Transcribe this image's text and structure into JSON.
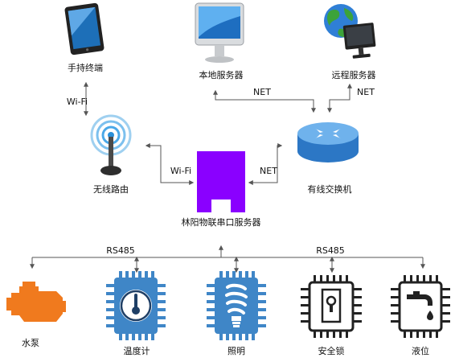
{
  "nodes": {
    "tablet": "手持终端",
    "local_server": "本地服务器",
    "remote_server": "远程服务器",
    "router": "无线路由",
    "switch": "有线交换机",
    "serial_server": "林阳物联串口服务器",
    "pump": "水泵",
    "thermometer": "温度计",
    "lighting": "照明",
    "safety_lock": "安全锁",
    "liquid_level": "液位"
  },
  "links": {
    "wifi_tablet": "Wi-Fi",
    "net_local": "NET",
    "net_remote": "NET",
    "wifi_router": "Wi-Fi",
    "net_switch": "NET",
    "rs485_left": "RS485",
    "rs485_right": "RS485"
  },
  "colors": {
    "serial_server": "#8a00ff",
    "chip_blue": "#3f86c7",
    "chip_dark": "#222222",
    "pump": "#f07a1e",
    "wire": "#555555"
  }
}
